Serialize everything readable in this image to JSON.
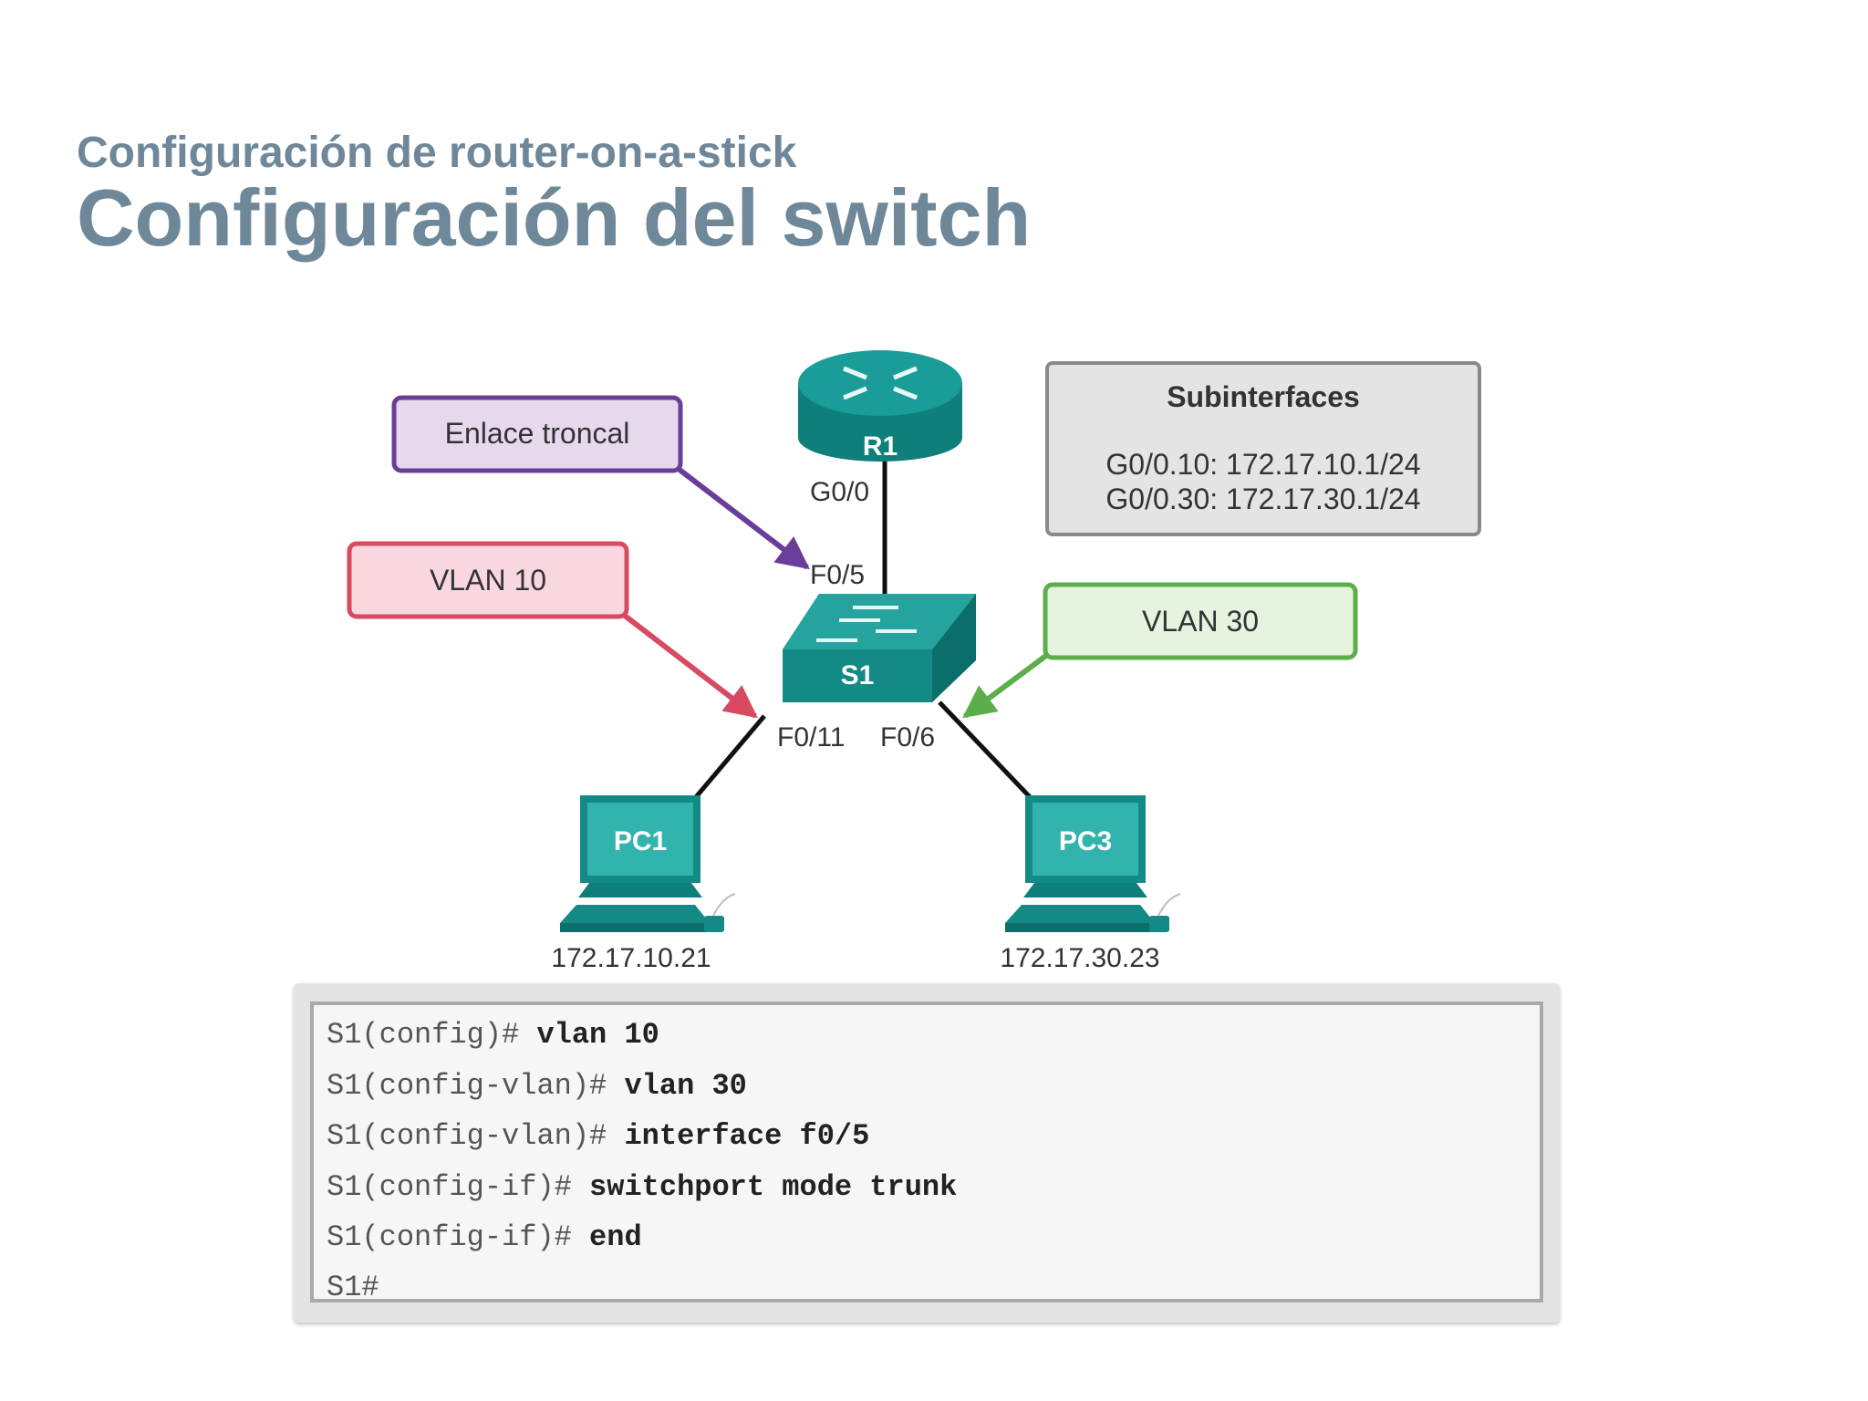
{
  "slide": {
    "subtitle": "Configuración de router-on-a-stick",
    "title": "Configuración del switch"
  },
  "callouts": {
    "trunk": "Enlace troncal",
    "vlan10": "VLAN 10",
    "vlan30": "VLAN 30"
  },
  "subinterfaces": {
    "heading": "Subinterfaces",
    "lines": [
      "G0/0.10: 172.17.10.1/24",
      "G0/0.30: 172.17.30.1/24"
    ]
  },
  "devices": {
    "r1": "R1",
    "s1": "S1",
    "pc1": "PC1",
    "pc3": "PC3"
  },
  "ports": {
    "g00": "G0/0",
    "f05": "F0/5",
    "f011": "F0/11",
    "f06": "F0/6"
  },
  "addresses": {
    "pc1": "172.17.10.21",
    "pc3": "172.17.30.23"
  },
  "cli": [
    {
      "prompt": "S1(config)# ",
      "cmd": "vlan 10"
    },
    {
      "prompt": "S1(config-vlan)# ",
      "cmd": "vlan 30"
    },
    {
      "prompt": "S1(config-vlan)# ",
      "cmd": "interface f0/5"
    },
    {
      "prompt": "S1(config-if)# ",
      "cmd": "switchport mode trunk"
    },
    {
      "prompt": "S1(config-if)# ",
      "cmd": "end"
    },
    {
      "prompt": "S1#",
      "cmd": ""
    }
  ],
  "colors": {
    "title": "#6e8799",
    "trunk_border": "#6a3d9a",
    "trunk_fill": "#e6d9ee",
    "vlan10_border": "#d84a62",
    "vlan10_fill": "#f8d8de",
    "vlan30_border": "#5cae4a",
    "vlan30_fill": "#e5f3df",
    "device_teal": "#138a86"
  }
}
